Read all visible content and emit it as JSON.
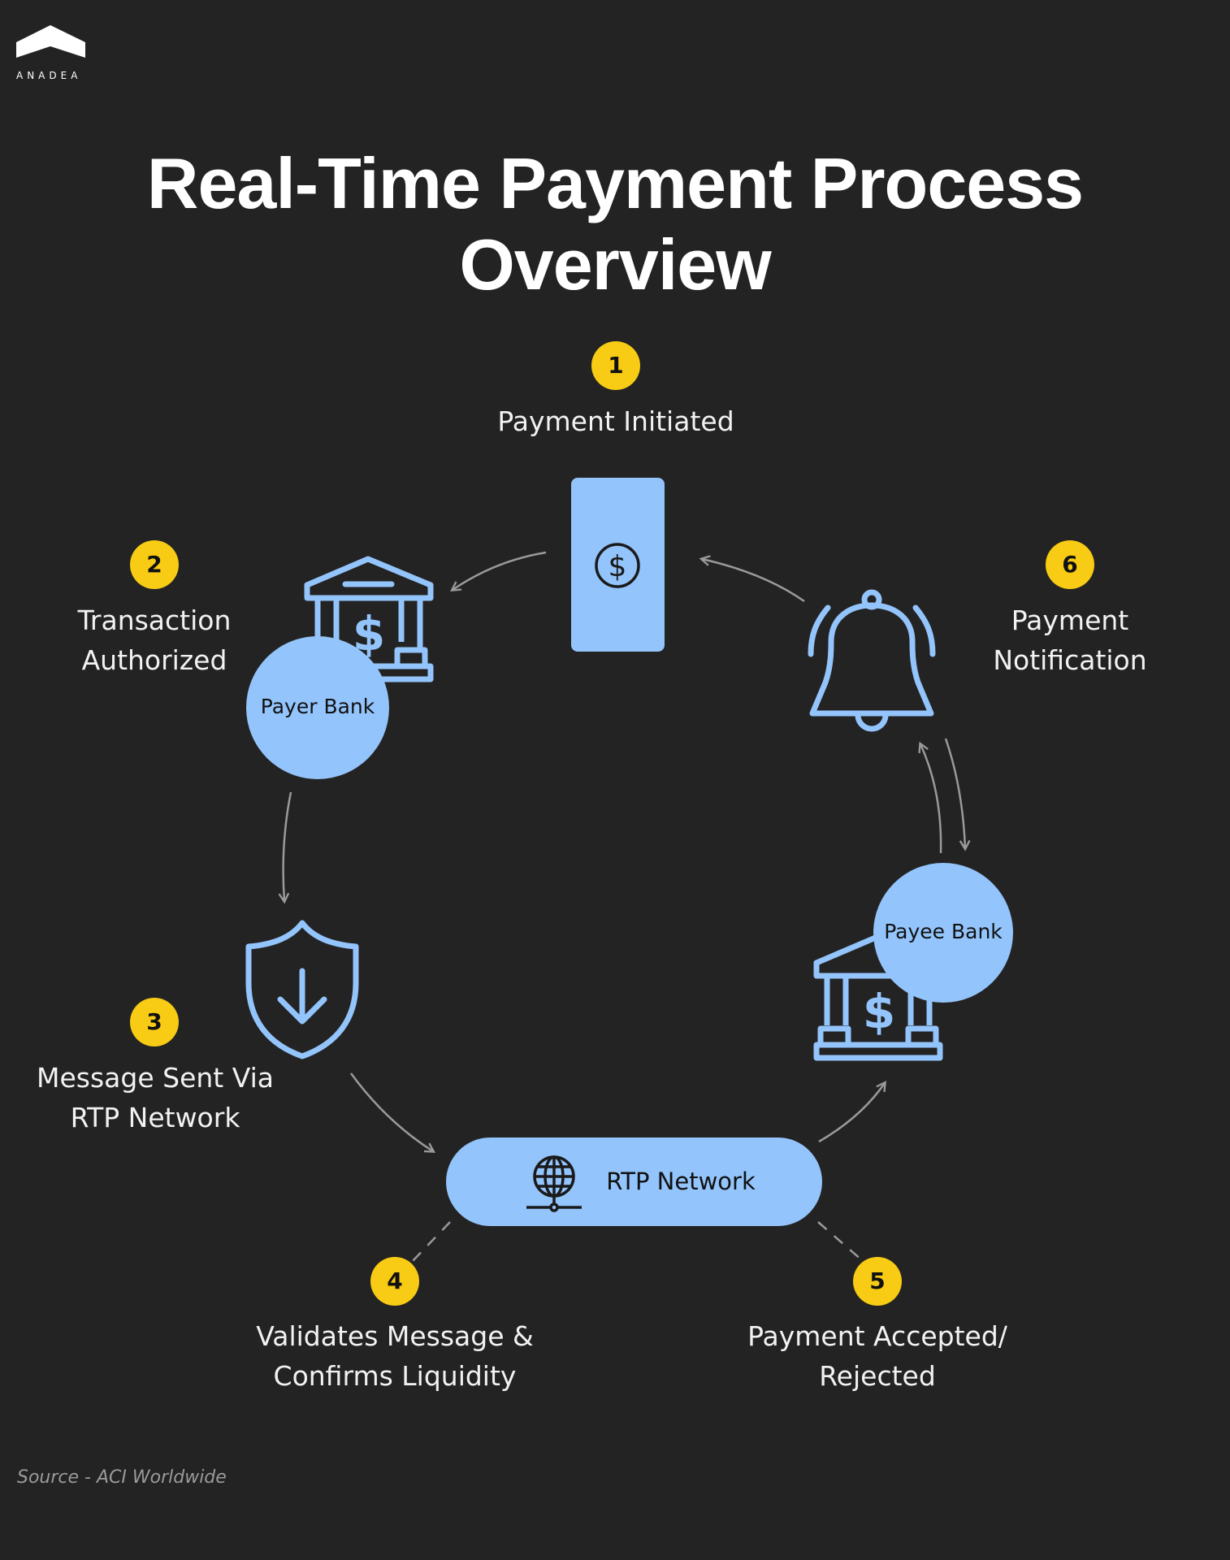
{
  "brand": {
    "name": "ANADEA"
  },
  "title": {
    "line1": "Real-Time Payment Process",
    "line2": "Overview"
  },
  "steps": [
    {
      "number": "1",
      "label_lines": [
        "Payment Initiated"
      ]
    },
    {
      "number": "2",
      "label_lines": [
        "Transaction",
        "Authorized"
      ]
    },
    {
      "number": "3",
      "label_lines": [
        "Message Sent Via",
        "RTP Network"
      ]
    },
    {
      "number": "4",
      "label_lines": [
        "Validates Message &",
        "Confirms Liquidity"
      ]
    },
    {
      "number": "5",
      "label_lines": [
        "Payment Accepted/",
        "Rejected"
      ]
    },
    {
      "number": "6",
      "label_lines": [
        "Payment",
        "Notification"
      ]
    }
  ],
  "nodes": {
    "payer_bank": "Payer Bank",
    "payee_bank": "Payee Bank",
    "rtp_network": "RTP Network"
  },
  "source": "Source - ACI Worldwide",
  "colors": {
    "background": "#232323",
    "accent_blue": "#93c4fb",
    "badge_yellow": "#f8cb14",
    "arrow": "#9a9a9a"
  }
}
